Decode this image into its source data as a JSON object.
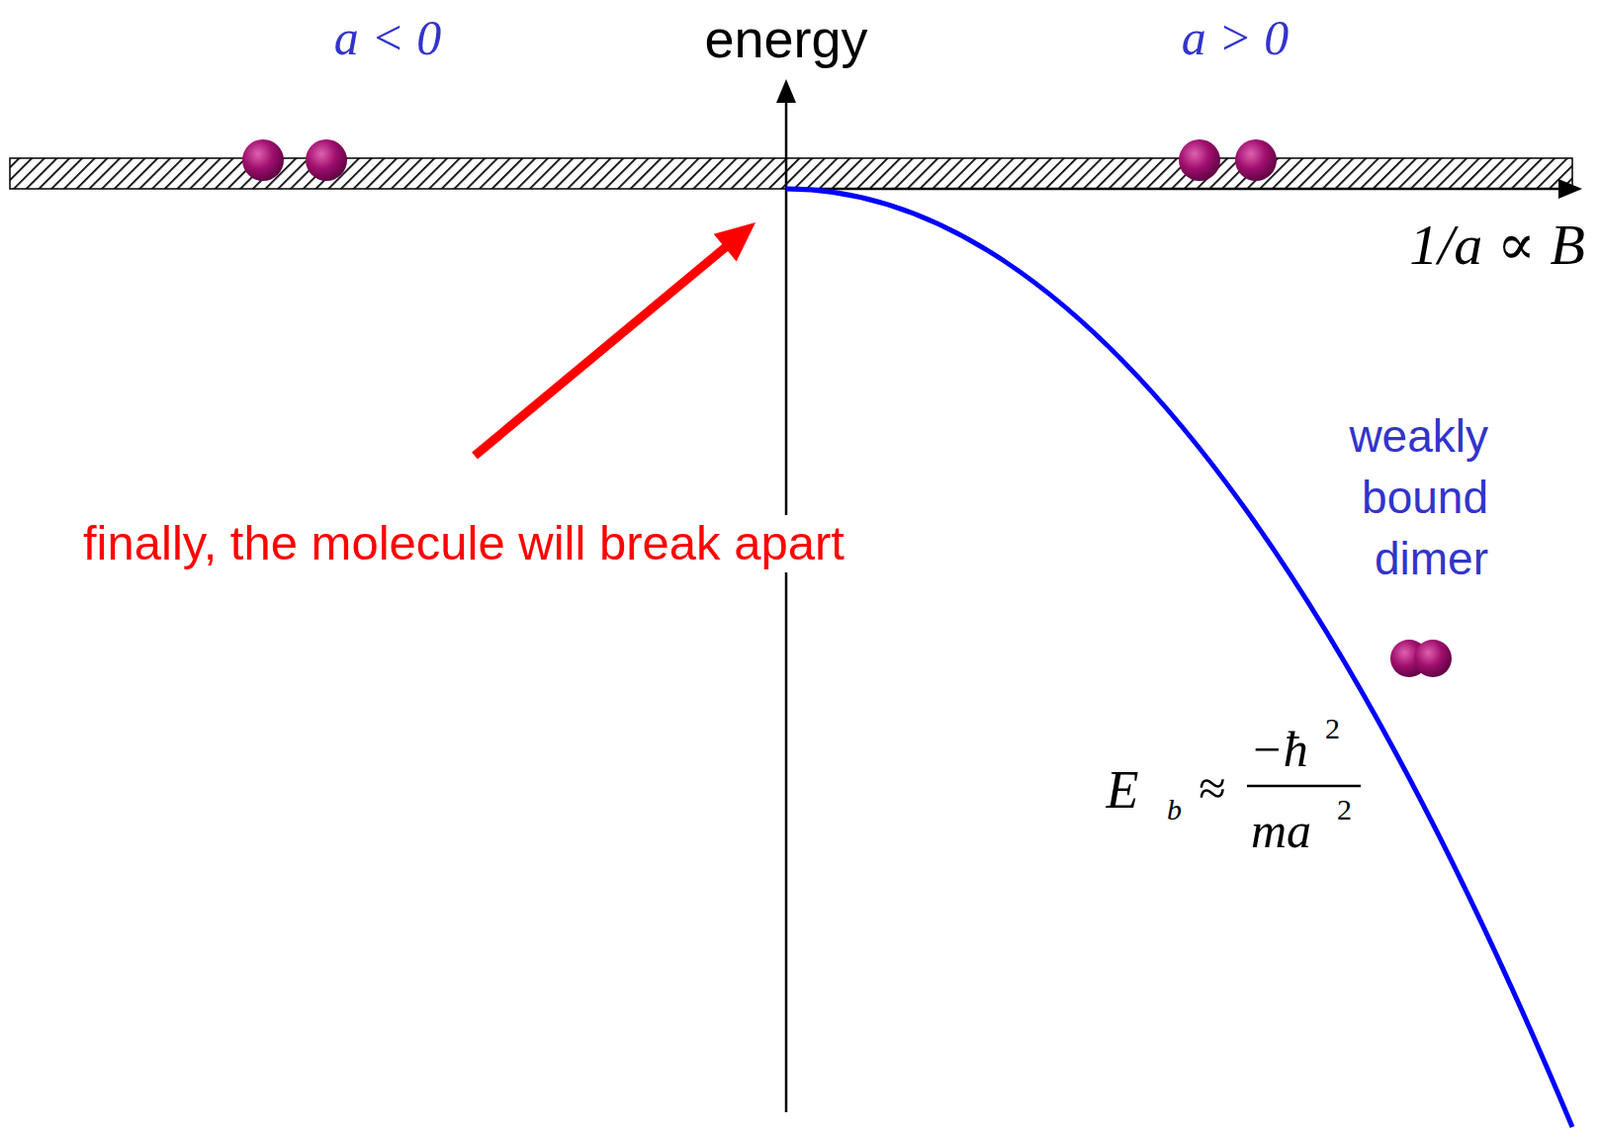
{
  "diagram": {
    "labels": [
      "a < 0",
      "energy",
      "a > 0",
      "1/a ∝ B",
      "finally, the molecule will break apart",
      "weakly bound dimer",
      "E",
      "b",
      "≈",
      "−ħ",
      "2",
      "ma",
      "2"
    ]
  }
}
